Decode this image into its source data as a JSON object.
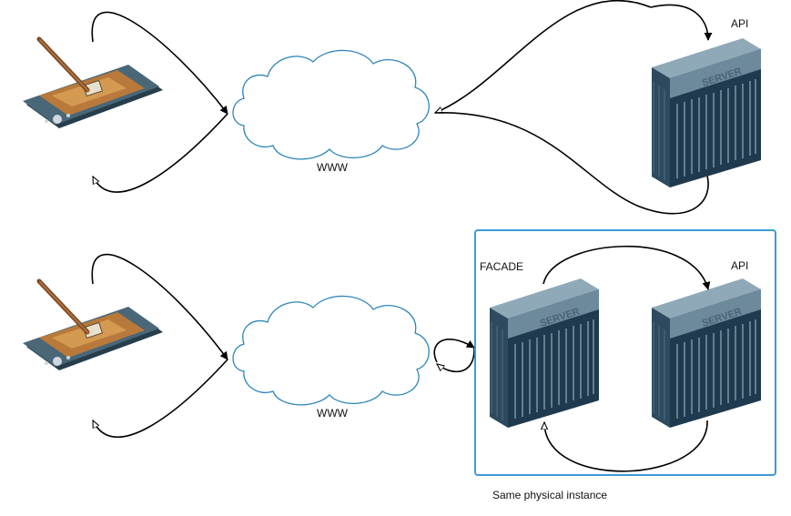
{
  "top_flow": {
    "cloud_label": "WWW",
    "server_label": "API",
    "device_icon": "tablet-stylus-icon",
    "server_icon": "server-icon",
    "server_badge": "SERVER"
  },
  "bottom_flow": {
    "cloud_label": "WWW",
    "facade_label": "FACADE",
    "api_label": "API",
    "group_caption": "Same physical instance",
    "device_icon": "tablet-stylus-icon",
    "server_icon": "server-icon",
    "server_badge": "SERVER"
  },
  "colors": {
    "connector": "#000000",
    "cloud_stroke": "#2e86b8",
    "group_border": "#3d9bd6",
    "server_body": "#2d4a5e",
    "device_body": "#3b5564",
    "device_screen": "#b87a2e"
  }
}
